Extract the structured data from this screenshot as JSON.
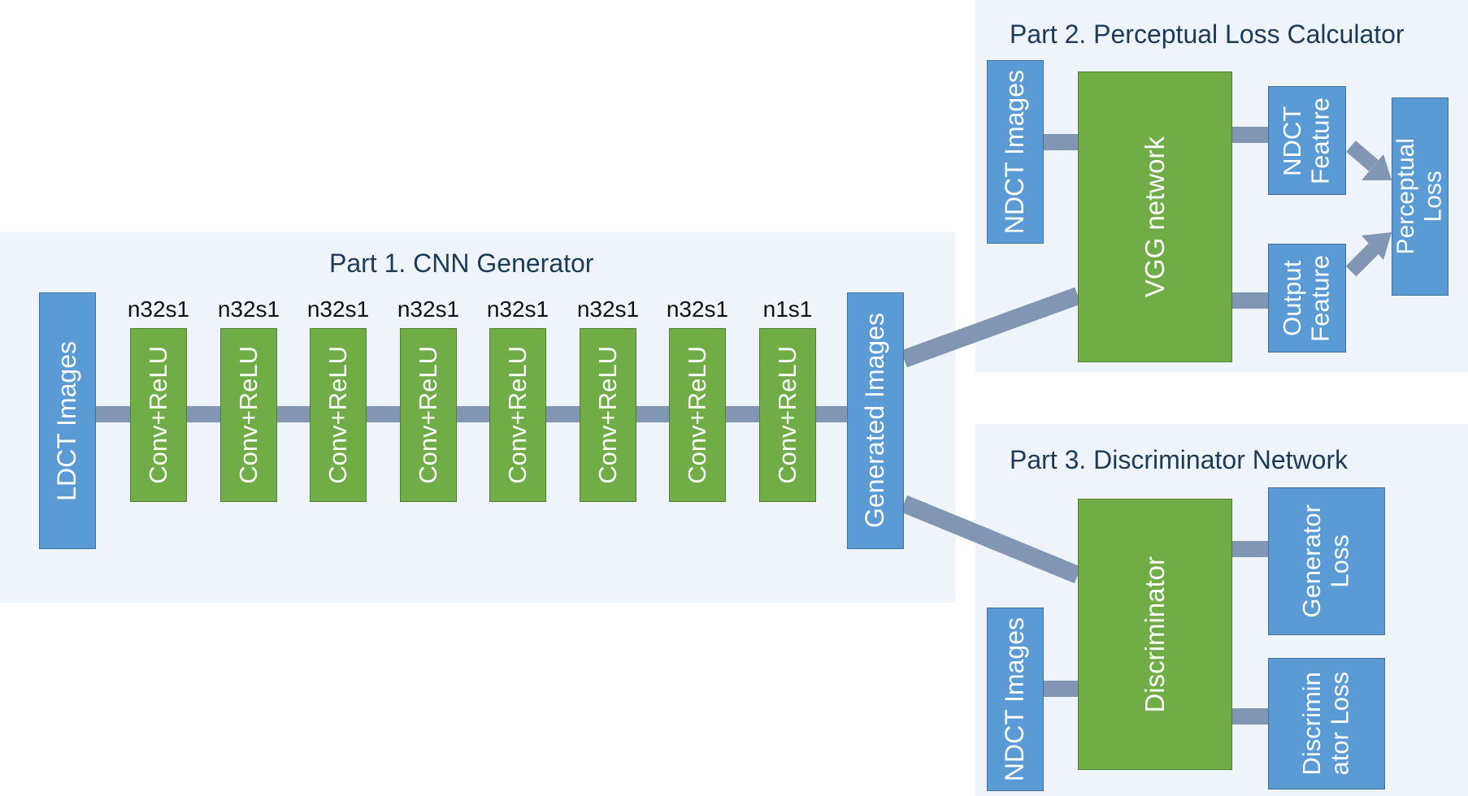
{
  "colors": {
    "panel_bg": "#eef4fa",
    "box_blue": "#5b9bd5",
    "box_green": "#70ad47",
    "connector": "#8096b3",
    "title_text": "#1c3a5a"
  },
  "part1": {
    "title": "Part 1. CNN Generator",
    "input_label": "LDCT Images",
    "output_label": "Generated Images",
    "layers": [
      {
        "param": "n32s1",
        "label": "Conv+ReLU"
      },
      {
        "param": "n32s1",
        "label": "Conv+ReLU"
      },
      {
        "param": "n32s1",
        "label": "Conv+ReLU"
      },
      {
        "param": "n32s1",
        "label": "Conv+ReLU"
      },
      {
        "param": "n32s1",
        "label": "Conv+ReLU"
      },
      {
        "param": "n32s1",
        "label": "Conv+ReLU"
      },
      {
        "param": "n32s1",
        "label": "Conv+ReLU"
      },
      {
        "param": "n1s1",
        "label": "Conv+ReLU"
      }
    ]
  },
  "part2": {
    "title": "Part 2. Perceptual Loss Calculator",
    "ndct_label": "NDCT Images",
    "network_label": "VGG network",
    "ndct_feature_label": "NDCT\nFeature",
    "output_feature_label": "Output\nFeature",
    "loss_label": "Perceptual\nLoss"
  },
  "part3": {
    "title": "Part 3. Discriminator Network",
    "ndct_label": "NDCT Images",
    "network_label": "Discriminator",
    "generator_loss_label": "Generator\nLoss",
    "discriminator_loss_label": "Discrimin\nator Loss"
  }
}
